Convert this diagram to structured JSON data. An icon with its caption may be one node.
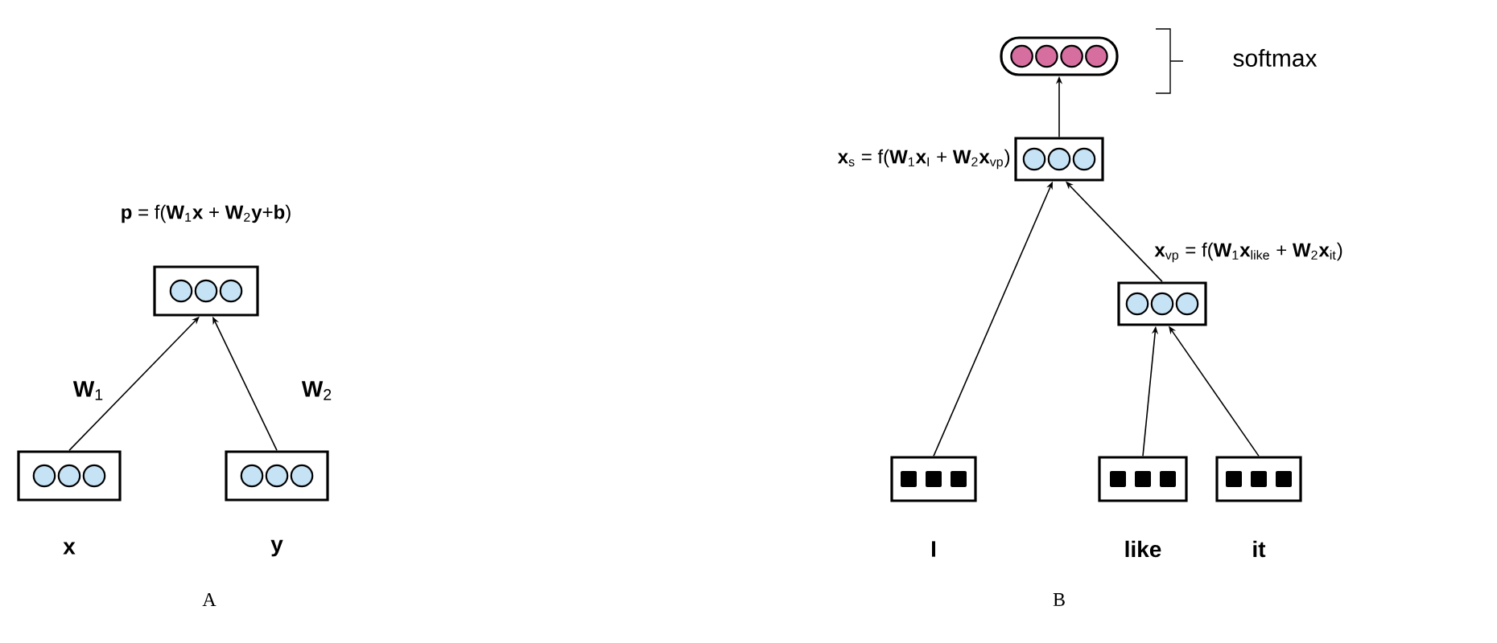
{
  "diagram": {
    "nodes": [
      {
        "text": [],
        "shape": "box",
        "beside": [
          "**p** = f(**W**$_{1}$**x** + **W**$_{2}$**y**+**b**)"
        ]
      },
      {
        "text": [],
        "shape": "box",
        "beside": [
          "x"
        ]
      },
      {
        "text": [],
        "shape": "box",
        "beside": [
          "y"
        ]
      },
      {
        "text": [],
        "shape": "box"
      },
      {
        "text": [],
        "shape": "box",
        "beside": [
          "**x**$_{s}$ = f(**W**$_{1}$**x**$_{I}$ + **W**$_{2}$**x**$_{vp}$)"
        ]
      },
      {
        "text": [],
        "shape": "box",
        "beside": [
          "**x**$_{vp}$ = f(**W**$_{1}$**x**$_{like}$ + **W**$_{2}$**x**$_{it}$)"
        ]
      },
      {
        "text": [],
        "shape": "box",
        "beside": [
          "I"
        ]
      },
      {
        "text": [],
        "shape": "box",
        "beside": [
          "like"
        ]
      },
      {
        "text": [],
        "shape": "box",
        "beside": [
          "it"
        ]
      }
    ],
    "edges": [
      {
        "from": 1,
        "to": 0,
        "arrow": "to",
        "label": "**W**$_{1}$"
      },
      {
        "from": 2,
        "to": 0,
        "arrow": "to",
        "label": "**W**$_{2}$"
      },
      {
        "from": 4,
        "to": 3,
        "arrow": "to"
      },
      {
        "from": 6,
        "to": 4,
        "arrow": "to"
      },
      {
        "from": 5,
        "to": 4,
        "arrow": "to"
      },
      {
        "from": 7,
        "to": 5,
        "arrow": "to"
      },
      {
        "from": 8,
        "to": 5,
        "arrow": "to"
      }
    ],
    "labels": [
      "softmax",
      "A",
      "B"
    ]
  }
}
